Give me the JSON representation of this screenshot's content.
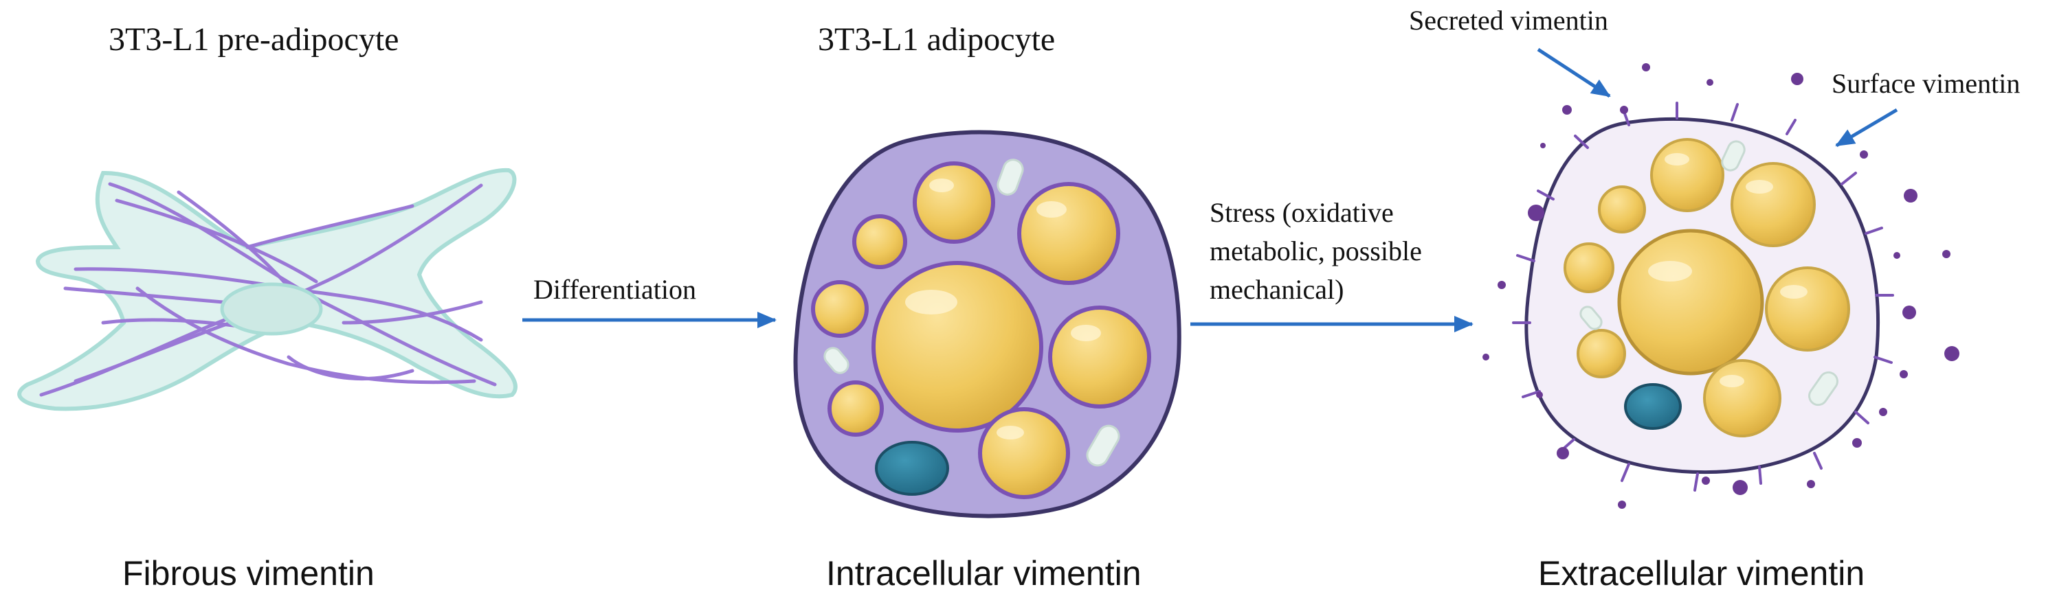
{
  "panels": {
    "pre": {
      "title": "3T3-L1 pre-adipocyte",
      "caption": "Fibrous vimentin"
    },
    "adipocyte": {
      "title": "3T3-L1 adipocyte",
      "caption": "Intracellular vimentin"
    },
    "stressed": {
      "caption": "Extracellular vimentin",
      "secreted_label": "Secreted vimentin",
      "surface_label": "Surface vimentin"
    }
  },
  "arrows": {
    "differentiation": "Differentiation",
    "stress": "Stress (oxidative metabolic, possible mechanical)"
  },
  "colors": {
    "arrow": "#2a6fc4",
    "preadipocyte_fill": "#dff2ef",
    "preadipocyte_outline": "#a9ddd6",
    "vimentin_fiber": "#9a78d6",
    "adipocyte_cytoplasm": "#b2a6dc",
    "adipocyte_outline": "#3c3466",
    "lipid_droplet": "#efc85c",
    "lipid_outline": "#c9a646",
    "vimentin_cage": "#7a52b4",
    "nucleus": "#2b7d99",
    "mitochondria": "#e9f3ef",
    "extracellular_vimentin_dot": "#6a3a94",
    "stressed_cytoplasm": "#f3eef8"
  },
  "icons": {
    "pre": "fibroblast-cell-icon",
    "adipocyte": "adipocyte-cell-icon",
    "stressed": "stressed-adipocyte-icon"
  }
}
